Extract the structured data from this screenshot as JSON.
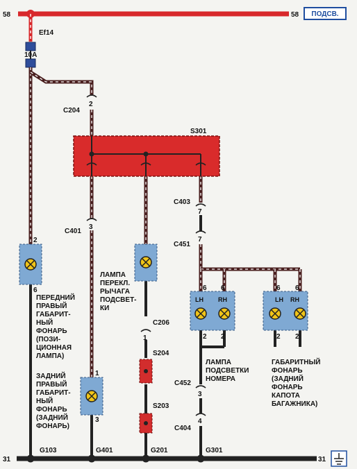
{
  "buses": {
    "top_left": "58",
    "top_right": "58",
    "badge": "ПОДСВ.",
    "bottom_left": "31",
    "bottom_right": "31"
  },
  "fuse": {
    "name": "Ef14",
    "rating": "10A"
  },
  "connectors": {
    "c204": "C204",
    "c204_pin": "2",
    "s301": "S301",
    "c403": "C403",
    "c403_pin": "7",
    "c451": "C451",
    "c451_pin": "7",
    "c401": "C401",
    "c401_pin": "3",
    "c206": "C206",
    "c206_pin": "1",
    "s204": "S204",
    "s203": "S203",
    "c452": "C452",
    "c452_pin": "3",
    "c404": "C404",
    "c404_pin": "4"
  },
  "grounds": {
    "g103": "G103",
    "g401": "G401",
    "g201": "G201",
    "g301": "G301"
  },
  "front_lamp": {
    "pin_top": "2",
    "pin_bottom": "6",
    "label": [
      "ПЕРЕДНИЙ",
      "ПРАВЫЙ",
      "ГАБАРИТ-",
      "НЫЙ",
      "ФОНАРЬ",
      "(ПОЗИ-",
      "ЦИОННАЯ",
      "ЛАМПА)"
    ]
  },
  "rear_lamp": {
    "pin_top": "1",
    "pin_bottom": "3",
    "label": [
      "ЗАДНИЙ",
      "ПРАВЫЙ",
      "ГАБАРИТ-",
      "НЫЙ",
      "ФОНАРЬ",
      "(ЗАДНИЙ",
      "ФОНАРЬ)"
    ]
  },
  "lever_lamp": {
    "label": [
      "ЛАМПА",
      "ПЕРЕКЛ.",
      "РЫЧАГА",
      "ПОДСВЕТ-",
      "КИ"
    ]
  },
  "plate_lamp": {
    "lh": "LH",
    "rh": "RH",
    "pins_top": [
      "6",
      "6"
    ],
    "pins_bottom": [
      "2",
      "2"
    ],
    "label": [
      "ЛАМПА",
      "ПОДСВЕТКИ",
      "НОМЕРА"
    ]
  },
  "trunk_lamp": {
    "lh": "LH",
    "rh": "RH",
    "pins_top": [
      "6",
      "6"
    ],
    "pins_bottom": [
      "2",
      "2"
    ],
    "label": [
      "ГАБАРИТНЫЙ",
      "ФОНАРЬ",
      "(ЗАДНИЙ",
      "ФОНАРЬ",
      "КАПОТА",
      "БАГАЖНИКА)"
    ]
  },
  "colors": {
    "power": "#d8282b",
    "ground": "#1e1e1e",
    "component": "#7fa9d3",
    "splice": "#d22d2d",
    "badge": "#1f4ea0"
  },
  "icons": {
    "lamp": "lamp-icon",
    "ground": "ground-symbol-icon"
  }
}
